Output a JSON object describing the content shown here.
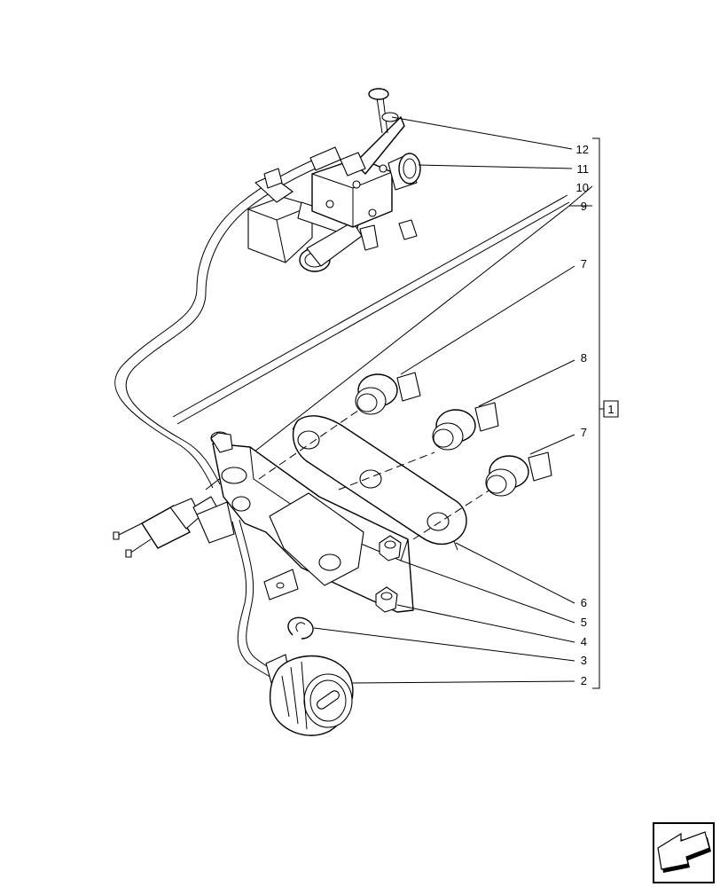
{
  "diagram": {
    "assembly_ref": "1",
    "callouts": [
      {
        "num": "12"
      },
      {
        "num": "11"
      },
      {
        "num": "10"
      },
      {
        "num": "9"
      },
      {
        "num": "7"
      },
      {
        "num": "8"
      },
      {
        "num": "7"
      },
      {
        "num": "6"
      },
      {
        "num": "5"
      },
      {
        "num": "4"
      },
      {
        "num": "3"
      },
      {
        "num": "2"
      }
    ]
  },
  "icons": {
    "nav": "next-page-arrow-icon"
  }
}
